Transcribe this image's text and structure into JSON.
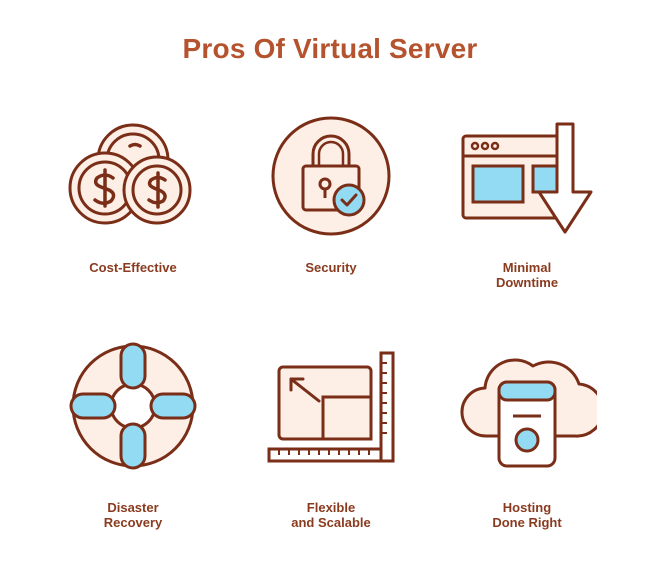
{
  "title": "Pros Of Virtual Server",
  "colors": {
    "stroke": "#7a2e17",
    "fill_light": "#fdeee6",
    "fill_blue": "#92dbf2",
    "title": "#b4532e",
    "label": "#8a3b1f"
  },
  "items": [
    {
      "icon": "coins-icon",
      "label_lines": [
        "Cost-Effective"
      ]
    },
    {
      "icon": "padlock-check-icon",
      "label_lines": [
        "Security"
      ]
    },
    {
      "icon": "browser-download-icon",
      "label_lines": [
        "Minimal",
        "Downtime"
      ]
    },
    {
      "icon": "lifebuoy-icon",
      "label_lines": [
        "Disaster",
        "Recovery"
      ]
    },
    {
      "icon": "resize-ruler-icon",
      "label_lines": [
        "Flexible",
        "and Scalable"
      ]
    },
    {
      "icon": "cloud-server-icon",
      "label_lines": [
        "Hosting",
        "Done Right"
      ]
    }
  ]
}
